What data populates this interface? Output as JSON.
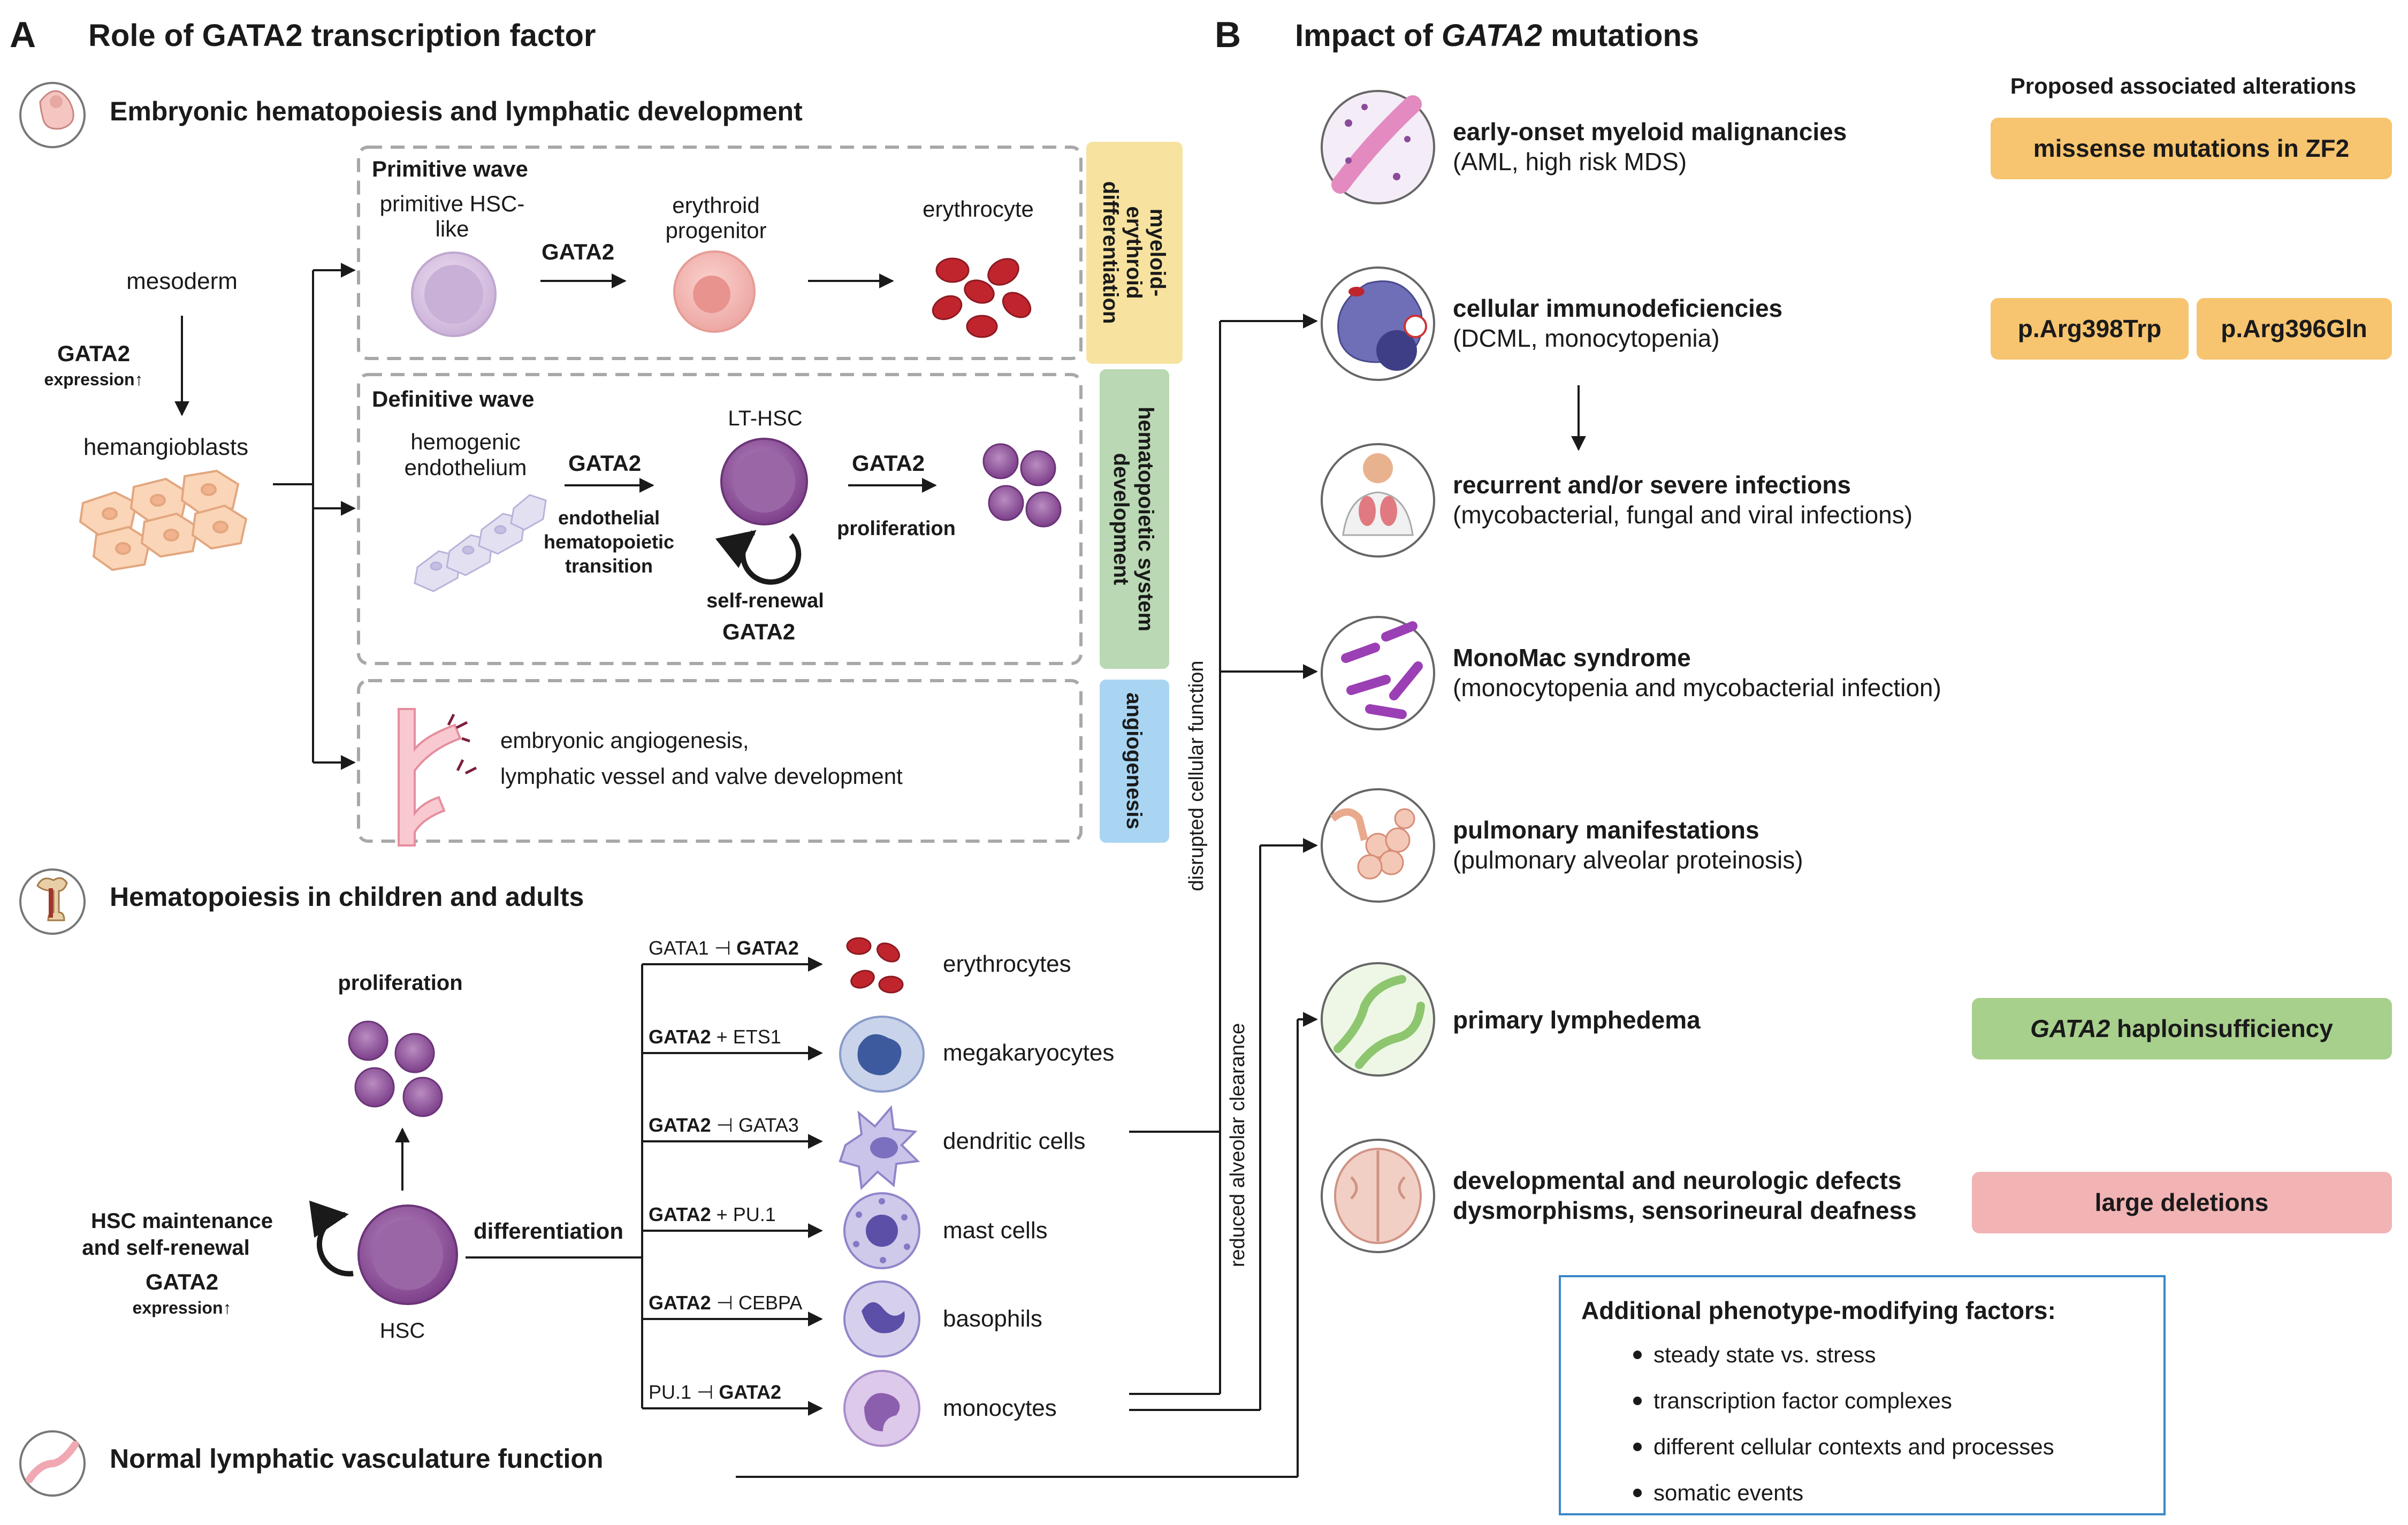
{
  "panelA": {
    "letter": "A",
    "title": "Role of GATA2 transcription factor",
    "embryonic": {
      "heading": "Embryonic hematopoiesis and lymphatic development",
      "mesoderm": "mesoderm",
      "gata2": "GATA2",
      "expression": "expression↑",
      "hemangioblasts": "hemangioblasts",
      "primitive": {
        "title": "Primitive wave",
        "cell1": [
          "primitive HSC-",
          "like"
        ],
        "gata2": "GATA2",
        "cell2": [
          "erythroid",
          "progenitor"
        ],
        "cell3": "erythrocyte",
        "side": [
          "myeloid-",
          "erythroid",
          "differentiation"
        ]
      },
      "definitive": {
        "title": "Definitive wave",
        "cell1": [
          "hemogenic",
          "endothelium"
        ],
        "gata2a": "GATA2",
        "transition": [
          "endothelial",
          "hematopoietic",
          "transition"
        ],
        "lthsc": "LT-HSC",
        "selfrenewal": "self-renewal",
        "gata2b": "GATA2",
        "gata2c": "GATA2",
        "proliferation": "proliferation",
        "side": [
          "hematopoietic system",
          "development"
        ]
      },
      "angio": {
        "text": [
          "embryonic angiogenesis,",
          "lymphatic vessel and valve development"
        ],
        "side": "angiogenesis"
      }
    },
    "adult": {
      "heading": "Hematopoiesis in children and adults",
      "proliferation": "proliferation",
      "maintenance": [
        "HSC maintenance",
        "and self-renewal"
      ],
      "gata2": "GATA2",
      "expression": "expression↑",
      "hsc": "HSC",
      "differentiation": "differentiation",
      "lineages": [
        {
          "reg": "GATA1 ⊣ GATA2",
          "cell": "erythrocytes"
        },
        {
          "reg": "GATA2 + ETS1",
          "cell": "megakaryocytes"
        },
        {
          "reg": "GATA2 ⊣ GATA3",
          "cell": "dendritic cells"
        },
        {
          "reg": "GATA2 + PU.1",
          "cell": "mast cells"
        },
        {
          "reg": "GATA2 ⊣ CEBPA",
          "cell": "basophils"
        },
        {
          "reg": "PU.1 ⊣ GATA2",
          "cell": "monocytes"
        }
      ]
    },
    "lymphatic": {
      "heading": "Normal lymphatic vasculature function"
    },
    "connectors": {
      "disrupted": "disrupted cellular function",
      "reduced": "reduced alveolar clearance"
    }
  },
  "panelB": {
    "letter": "B",
    "title_pre": "Impact of ",
    "title_italic": "GATA2",
    "title_post": " mutations",
    "alterations_header": "Proposed associated alterations",
    "phenotypes": [
      {
        "bold": "early-onset myeloid malignancies",
        "normal": "(AML, high risk MDS)"
      },
      {
        "bold": "cellular immunodeficiencies",
        "normal": "(DCML, monocytopenia)"
      },
      {
        "bold": "recurrent and/or severe infections",
        "normal": "(mycobacterial, fungal and viral infections)"
      },
      {
        "bold": "MonoMac syndrome",
        "normal": "(monocytopenia and mycobacterial infection)"
      },
      {
        "bold": "pulmonary manifestations",
        "normal": "(pulmonary alveolar proteinosis)"
      },
      {
        "bold": "primary lymphedema",
        "normal": ""
      },
      {
        "bold": "developmental and neurologic defects",
        "bold2": "dysmorphisms, sensorineural deafness"
      }
    ],
    "alterations": {
      "zf2": "missense mutations in ZF2",
      "arg398": "p.Arg398Trp",
      "arg396": "p.Arg396Gln",
      "haplo_italic": "GATA2",
      "haplo_rest": " haploinsufficiency",
      "deletions": "large deletions"
    },
    "modifiers": {
      "title": "Additional phenotype-modifying factors:",
      "items": [
        "steady state vs. stress",
        "transcription factor complexes",
        "different cellular contexts and processes",
        "somatic events"
      ]
    }
  },
  "colors": {
    "orange": "#f7c46f",
    "yellow": "#f7e39f",
    "green": "#a8d08d",
    "greenSide": "#b9d8b3",
    "blue": "#a9d5f2",
    "red": "#f2b3b5",
    "purple": "#9b5aa3",
    "blood": "#c0252e",
    "boxBlue": "#3a88c8",
    "dash": "#a8a8a8"
  }
}
